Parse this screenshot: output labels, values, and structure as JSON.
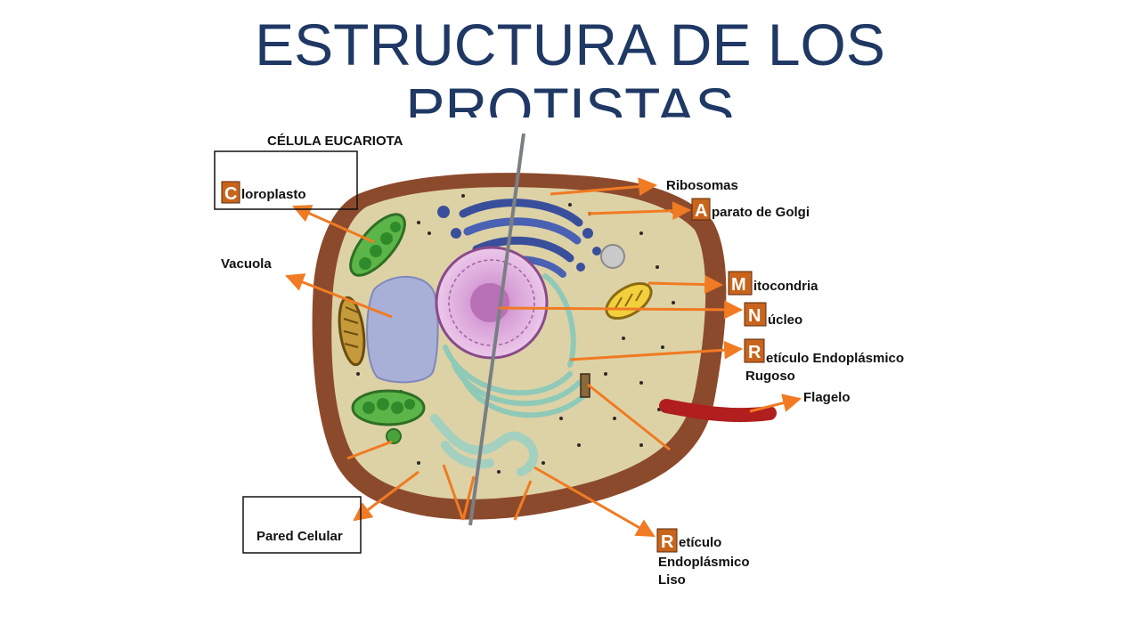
{
  "slide": {
    "title": "ESTRUCTURA DE LOS PROTISTAS"
  },
  "diagram": {
    "header": "CÉLULA EUCARIOTA",
    "labels": {
      "cloroplasto": {
        "initial": "C",
        "rest": "loroplasto"
      },
      "vacuola": "Vacuola",
      "pared_celular": "Pared Celular",
      "ribosomas": "Ribosomas",
      "aparato_golgi": {
        "initial": "A",
        "rest": "parato de Golgi"
      },
      "mitocondria": {
        "initial": "M",
        "rest": "itocondria"
      },
      "nucleo": {
        "initial": "N",
        "rest": "úcleo"
      },
      "rer": {
        "initial": "R",
        "rest": "etículo Endoplásmico",
        "line2": "Rugoso"
      },
      "flagelo": "Flagelo",
      "rel": {
        "initial": "R",
        "rest": "etículo",
        "line2": "Endoplásmico",
        "line3": "Liso"
      }
    },
    "colors": {
      "title": "#1f3864",
      "arrow": "#f07b22",
      "label_box": "#c8641c",
      "cell_wall": "#8c4a2c",
      "cytoplasm": "#ddd2a6",
      "nucleus": "#d39ad3",
      "golgi": "#3a4f9c",
      "chloroplast": "#4aa23c",
      "vacuole": "#a8b0d8",
      "mitochondria": "#e8c23a",
      "flagellum": "#b01e1e"
    }
  }
}
